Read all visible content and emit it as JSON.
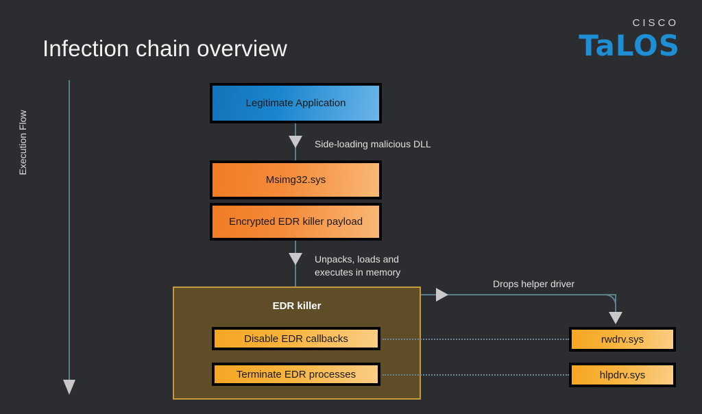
{
  "page": {
    "title": "Infection chain overview",
    "background_color": "#2b2d30"
  },
  "logo": {
    "brand": "CISCO",
    "product": "TaLOS",
    "accent_color": "#1e8fd5"
  },
  "axis": {
    "label": "Execution Flow",
    "line_color": "#5c7f8e",
    "arrow_color": "#c9c9c9"
  },
  "nodes": {
    "legit_app": {
      "label": "Legitimate Application",
      "color": "#1a86cf"
    },
    "msimg32": {
      "label": "Msimg32.sys",
      "color": "#f58c3a"
    },
    "payload": {
      "label": "Encrypted EDR killer payload",
      "color": "#f58c3a"
    },
    "edr_killer": {
      "label": "EDR killer",
      "fill": "#5f4d27",
      "border": "#c79a3e"
    },
    "disable_callbacks": {
      "label": "Disable EDR callbacks",
      "color": "#f8b43d"
    },
    "terminate_processes": {
      "label": "Terminate EDR processes",
      "color": "#f8b43d"
    },
    "rwdrv": {
      "label": "rwdrv.sys",
      "color": "#f8b43d"
    },
    "hlpdrv": {
      "label": "hlpdrv.sys",
      "color": "#f8b43d"
    }
  },
  "edges": {
    "side_loading": "Side-loading malicious DLL",
    "unpacks": "Unpacks, loads and\nexecutes in memory",
    "drops_helper": "Drops helper driver"
  }
}
